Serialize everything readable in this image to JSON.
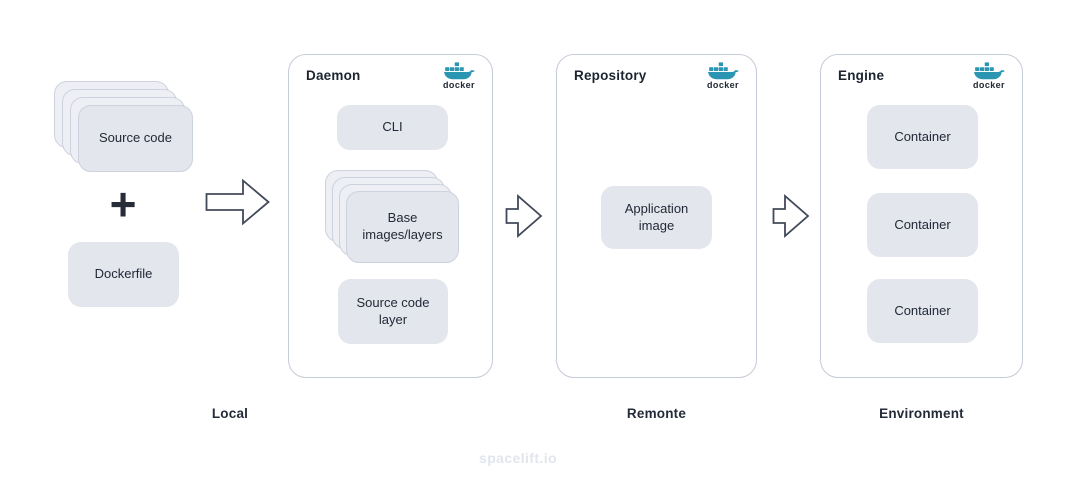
{
  "local_group": {
    "source_code_label": "Source code",
    "plus_icon": "+",
    "dockerfile_label": "Dockerfile",
    "section_label": "Local"
  },
  "daemon_panel": {
    "title": "Daemon",
    "logo_wordmark": "docker",
    "cli_label": "CLI",
    "base_images_label": "Base images/layers",
    "source_layer_label": "Source code layer"
  },
  "repository_panel": {
    "title": "Repository",
    "logo_wordmark": "docker",
    "application_image_label": "Application image",
    "section_label": "Remonte"
  },
  "engine_panel": {
    "title": "Engine",
    "logo_wordmark": "docker",
    "containers": [
      {
        "label": "Container"
      },
      {
        "label": "Container"
      },
      {
        "label": "Container"
      }
    ],
    "section_label": "Environment"
  },
  "watermark": "spacelift.io",
  "colors": {
    "docker_teal": "#2a96b2",
    "panel_border": "#c5cbd9",
    "card_fill": "#e3e6ed",
    "ghost_card_fill": "#edeff4",
    "text": "#212936",
    "arrow_stroke": "#424959",
    "watermark_text": "#e1e5ed"
  }
}
